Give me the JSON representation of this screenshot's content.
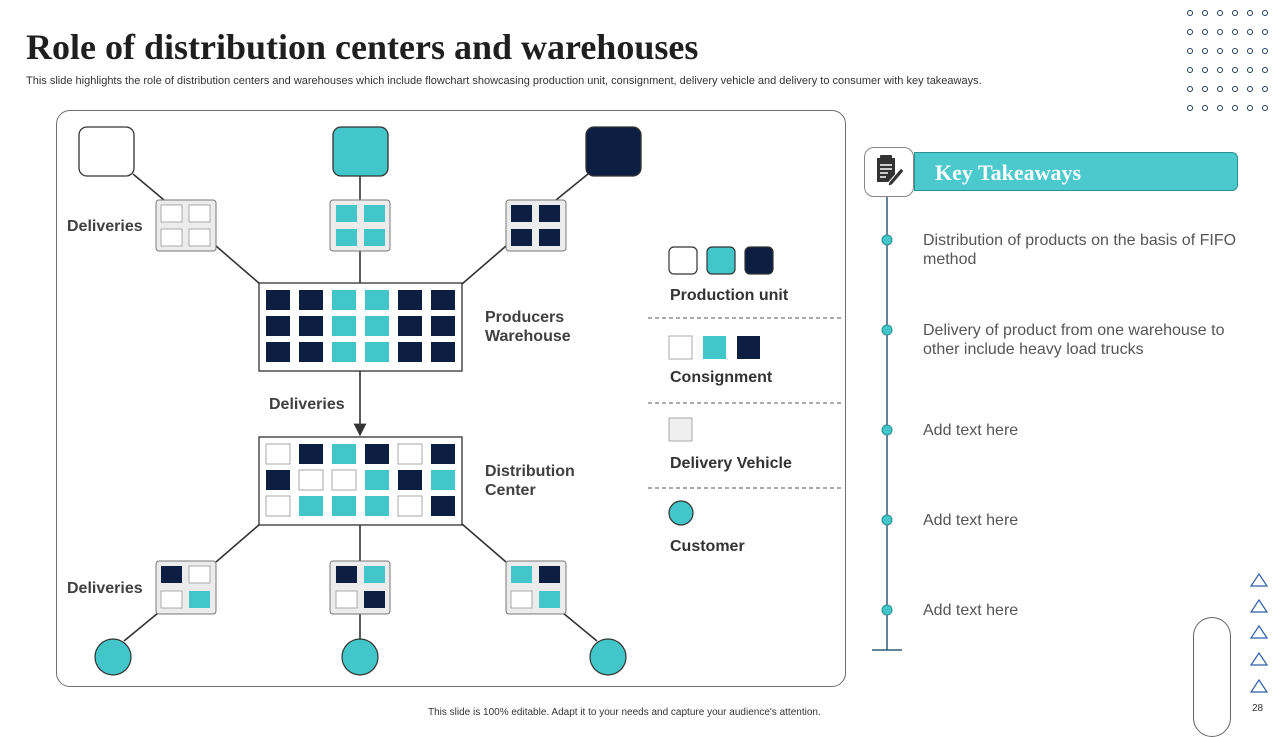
{
  "title": "Role of distribution centers and warehouses",
  "subtitle": "This slide highlights the role of distribution centers and warehouses which include flowchart showcasing production unit, consignment, delivery vehicle and delivery to consumer with key takeaways.",
  "diagram": {
    "label_deliveries_top": "Deliveries",
    "label_producers_line1": "Producers",
    "label_producers_line2": "Warehouse",
    "label_deliveries_mid": "Deliveries",
    "label_distribution_line1": "Distribution",
    "label_distribution_line2": "Center",
    "label_deliveries_bottom": "Deliveries"
  },
  "legend": {
    "production_unit": "Production unit",
    "consignment": "Consignment",
    "delivery_vehicle": "Delivery Vehicle",
    "customer": "Customer"
  },
  "key_takeaways": {
    "title": "Key Takeaways",
    "icon": "notepad-pen-icon",
    "items": [
      "Distribution of products on the basis of FIFO method",
      "Delivery of product from one warehouse to other include heavy load trucks",
      "Add text here",
      "Add text here",
      "Add text here"
    ]
  },
  "footer": "This slide is 100% editable. Adapt it to your needs and capture your audience's attention.",
  "page_number": "28",
  "colors": {
    "teal": "#43c6c9",
    "navy": "#0c1f42",
    "white": "#ffffff",
    "gray": "#ededed"
  }
}
